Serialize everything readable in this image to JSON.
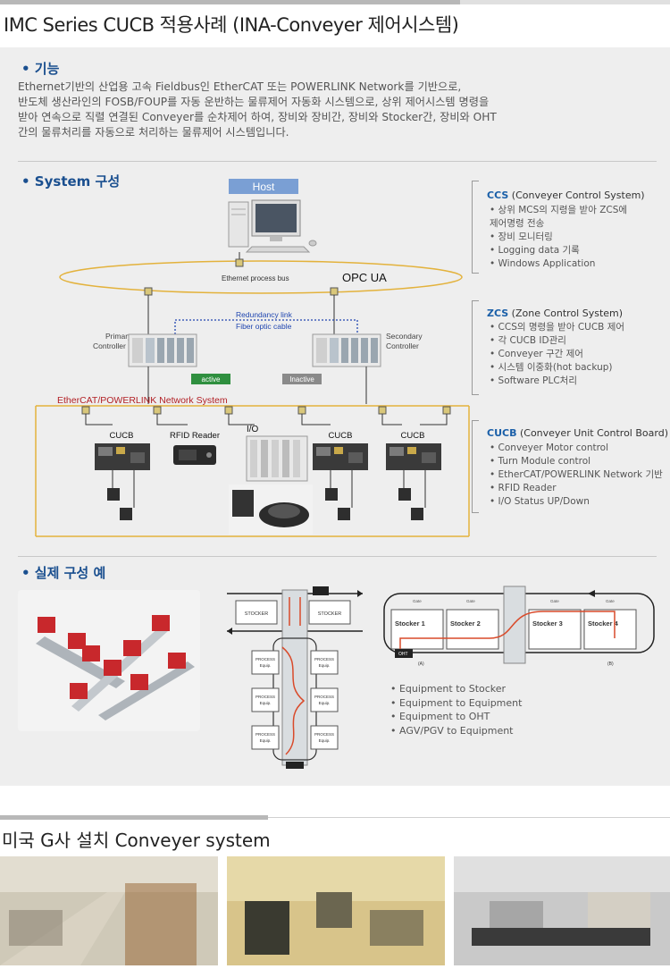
{
  "page": {
    "title": "IMC Series CUCB 적용사례 (INA-Conveyer 제어시스템)"
  },
  "function": {
    "heading": "• 기능",
    "lines": [
      "Ethernet기반의 산업용 고속 Fieldbus인 EtherCAT 또는 POWERLINK Network를 기반으로,",
      "반도체 생산라인의 FOSB/FOUP를 자동  운반하는 물류제어 자동화 시스템으로, 상위 제어시스템 명령을",
      "받아 연속으로 직렬 연결된 Conveyer를 순차제어 하여, 장비와 장비간, 장비와 Stocker간, 장비와 OHT",
      "간의 물류처리를 자동으로 처리하는 물류제어 시스템입니다."
    ]
  },
  "system": {
    "heading": "• System 구성",
    "diagram": {
      "host": "Host",
      "ethernet_bus": "Ethernet process bus",
      "opc_ua": "OPC UA",
      "redundancy": "Redundancy link",
      "fiber": "Fiber optic cable",
      "primary": [
        "Primary",
        "Controller"
      ],
      "secondary": [
        "Secondary",
        "Controller"
      ],
      "active": "active",
      "inactive": "Inactive",
      "network": "EtherCAT/POWERLINK Network System",
      "cucb1": "CUCB",
      "rfid": "RFID Reader",
      "io": "I/O",
      "cucb2": "CUCB",
      "cucb3": "CUCB"
    },
    "ccs": {
      "abbr": "CCS",
      "name": " (Conveyer Control System)",
      "items": [
        "• 상위 MCS의 지령을 받아 ZCS에",
        "   제어명령 전송",
        "• 장비 모니터링",
        "• Logging data 기록",
        "• Windows Application"
      ]
    },
    "zcs": {
      "abbr": "ZCS",
      "name": " (Zone Control System)",
      "items": [
        "• CCS의 명령을 받아 CUCB 제어",
        "• 각 CUCB ID관리",
        "• Conveyer 구간 제어",
        "• 시스템 이중화(hot backup)",
        "• Software PLC처리"
      ]
    },
    "cucb": {
      "abbr": "CUCB",
      "name": " (Conveyer Unit Control Board)",
      "items": [
        "• Conveyer Motor control",
        "• Turn Module control",
        "• EtherCAT/POWERLINK Network 기반",
        "• RFID Reader",
        "• I/O Status UP/Down"
      ]
    }
  },
  "example": {
    "heading": "• 실제 구성 예",
    "layout": {
      "stocker_left": "STOCKER",
      "stocker_right": "STOCKER",
      "process_label": [
        "PROCESS",
        "Equip."
      ],
      "stocker1": "Stocker 1",
      "stocker2": "Stocker 2",
      "stocker3": "Stocker 3",
      "stocker4": "Stocker 4",
      "gate": "Gate",
      "oht": "OHT",
      "mark_a": "(A)",
      "mark_b": "(B)"
    },
    "items": [
      "• Equipment to Stocker",
      "• Equipment to Equipment",
      "• Equipment to OHT",
      "• AGV/PGV to Equipment"
    ]
  },
  "bottom": {
    "title": "미국 G사 설치 Conveyer system"
  },
  "colors": {
    "accent": "#1a4f8f",
    "link": "#1a5fa8",
    "host_bar": "#7a9fd4",
    "active": "#2f8f3f",
    "inactive": "#8a8a8a",
    "network_red": "#b21f24",
    "bus_gold": "#e3b23c",
    "route_red": "#d94a2a"
  }
}
